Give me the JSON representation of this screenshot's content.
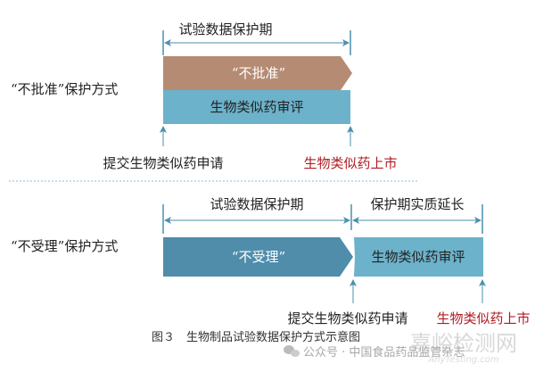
{
  "top": {
    "mode_label": "“不批准”保护方式",
    "period_label": "试验数据保护期",
    "bar1_label": "“不批准”",
    "bar2_label": "生物类似药审评",
    "submit_label": "提交生物类似药申请",
    "market_label": "生物类似药上市"
  },
  "bottom": {
    "mode_label": "“不受理”保护方式",
    "period_label": "试验数据保护期",
    "extension_label": "保护期实质延长",
    "bar1_label": "“不受理”",
    "bar2_label": "生物类似药审评",
    "submit_label": "提交生物类似药申请",
    "market_label": "生物类似药上市"
  },
  "caption": "图３　生物制品试验数据保护方式示意图",
  "source": "公众号 · 中国食品药品监管杂志",
  "watermark": "嘉峪检测网",
  "watermark_sub": "AnyTesting.com",
  "colors": {
    "brown": "#b58b73",
    "lightblue": "#6cb2ca",
    "darkblue": "#4f8dab",
    "line": "#4a8fae",
    "red": "#b01c24"
  }
}
